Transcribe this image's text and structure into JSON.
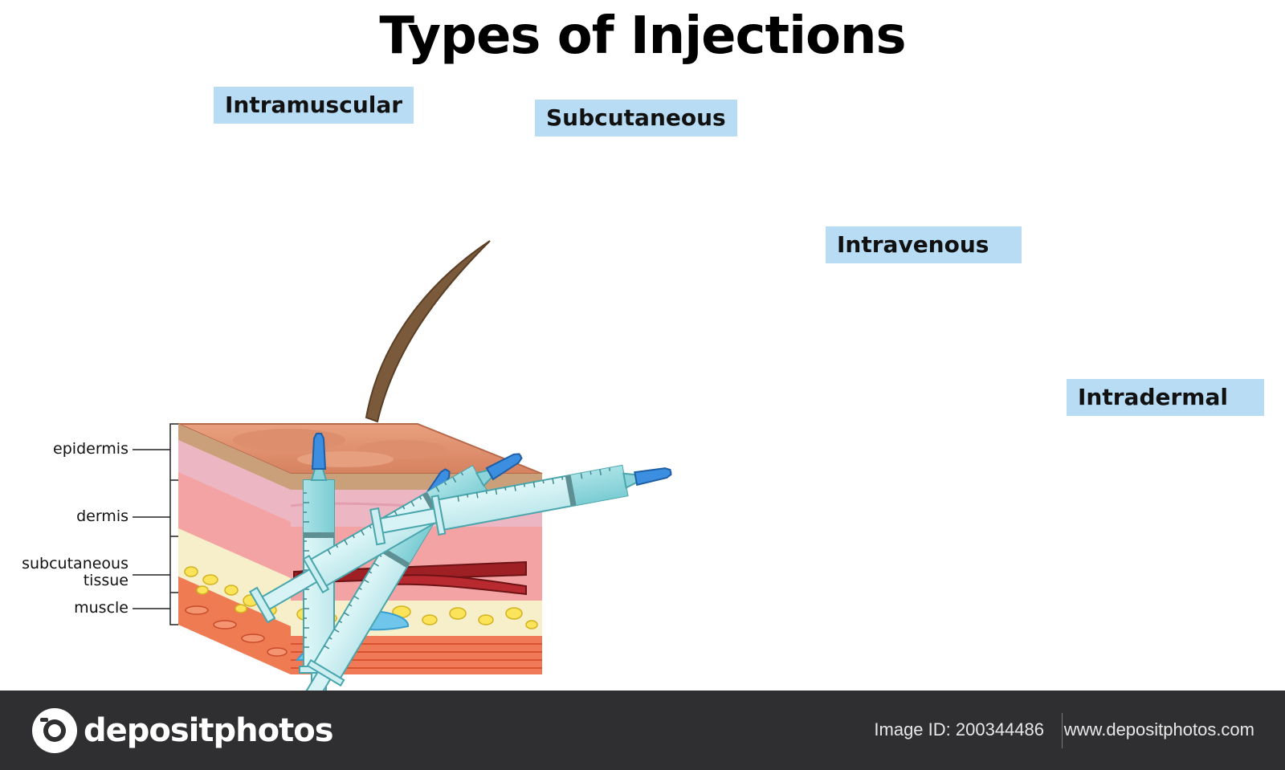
{
  "title": "Types of Injections",
  "injection_types": {
    "intramuscular": "Intramuscular",
    "subcutaneous": "Subcutaneous",
    "intravenous": "Intravenous",
    "intradermal": "Intradermal"
  },
  "skin_layers": {
    "epidermis": "epidermis",
    "dermis": "dermis",
    "subcutaneous_line1": "subcutaneous",
    "subcutaneous_line2": "tissue",
    "muscle": "muscle"
  },
  "footer": {
    "brand": "depositphotos",
    "image_id": "Image ID: 200344486",
    "website": "www.depositphotos.com"
  },
  "colors": {
    "label_bg": "#b7dcf3",
    "syringe_fill": "#c9eef0",
    "syringe_stroke": "#3a9aa3",
    "needle_hub": "#2f7fd0",
    "medicine": "#6fc6ea",
    "footer_bg": "#2f2f31"
  }
}
